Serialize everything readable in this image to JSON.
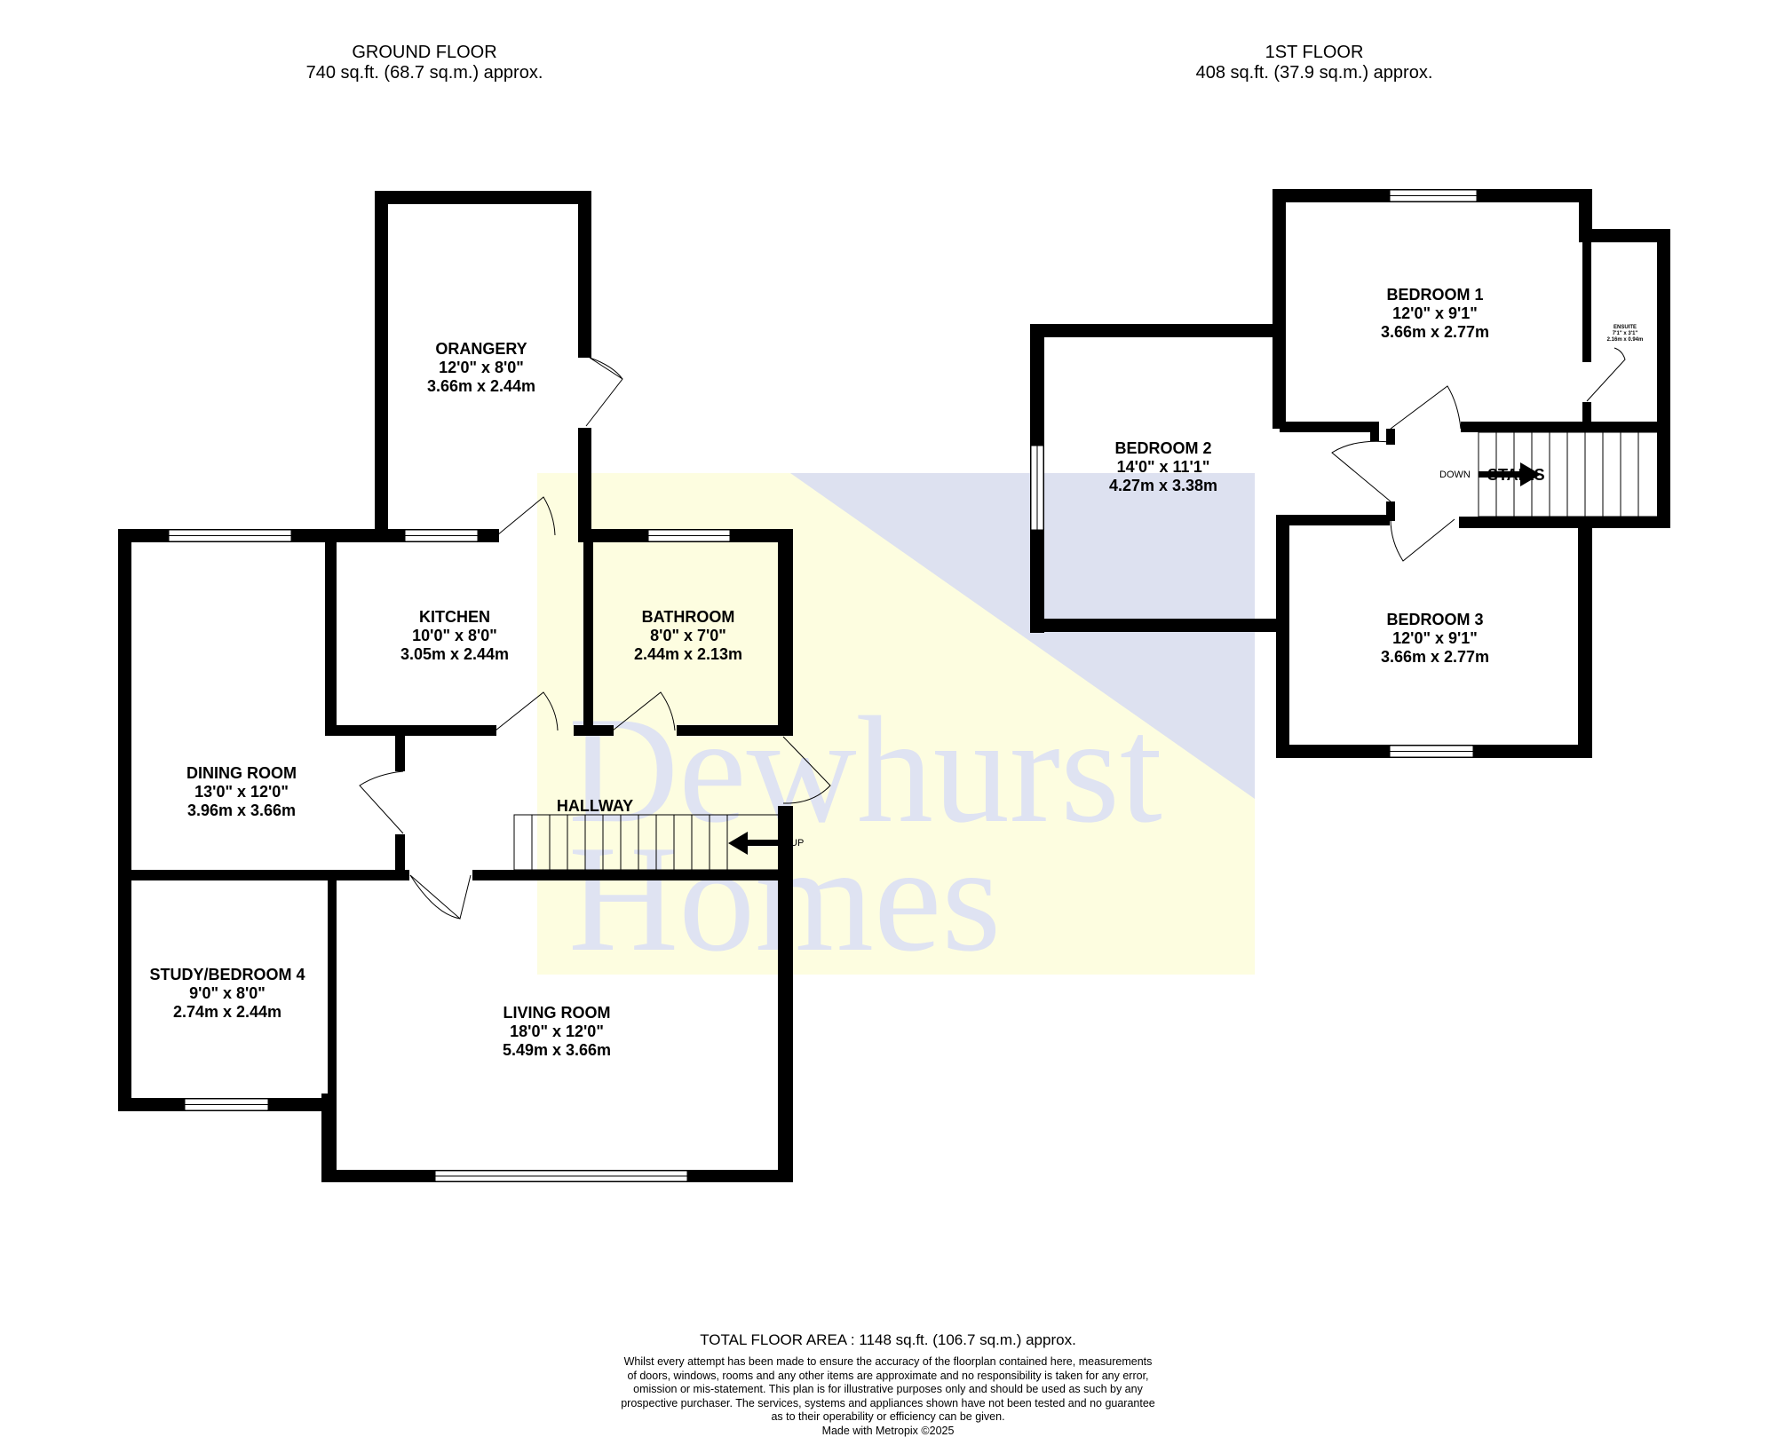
{
  "headers": {
    "ground": {
      "title": "GROUND FLOOR",
      "area": "740 sq.ft. (68.7 sq.m.) approx."
    },
    "first": {
      "title": "1ST FLOOR",
      "area": "408 sq.ft. (37.9 sq.m.) approx."
    }
  },
  "watermark": {
    "line1": "Dewhurst",
    "line2": "Homes",
    "colors": {
      "yellow": "#fdfde0",
      "blue": "#dde1f0",
      "text": "#dfe3f2"
    }
  },
  "rooms": {
    "orangery": {
      "name": "ORANGERY",
      "imperial": "12'0\"  x 8'0\"",
      "metric": "3.66m  x 2.44m"
    },
    "kitchen": {
      "name": "KITCHEN",
      "imperial": "10'0\"  x 8'0\"",
      "metric": "3.05m  x 2.44m"
    },
    "bathroom": {
      "name": "BATHROOM",
      "imperial": "8'0\"  x 7'0\"",
      "metric": "2.44m  x 2.13m"
    },
    "dining": {
      "name": "DINING ROOM",
      "imperial": "13'0\"  x 12'0\"",
      "metric": "3.96m  x 3.66m"
    },
    "hallway": {
      "name": "HALLWAY"
    },
    "study": {
      "name": "STUDY/BEDROOM 4",
      "imperial": "9'0\"  x 8'0\"",
      "metric": "2.74m  x 2.44m"
    },
    "living": {
      "name": "LIVING ROOM",
      "imperial": "18'0\"  x 12'0\"",
      "metric": "5.49m  x 3.66m"
    },
    "bedroom1": {
      "name": "BEDROOM 1",
      "imperial": "12'0\"  x 9'1\"",
      "metric": "3.66m  x 2.77m"
    },
    "bedroom2": {
      "name": "BEDROOM 2",
      "imperial": "14'0\"  x 11'1\"",
      "metric": "4.27m  x 3.38m"
    },
    "bedroom3": {
      "name": "BEDROOM 3",
      "imperial": "12'0\"  x 9'1\"",
      "metric": "3.66m  x 2.77m"
    },
    "ensuite": {
      "name": "ENSUITE",
      "imperial": "7'1\" x 3'1\"",
      "metric": "2.16m x 0.94m"
    },
    "stairs": {
      "name": "STAIRS"
    }
  },
  "labels": {
    "up": "UP",
    "down": "DOWN"
  },
  "footer": {
    "total": "TOTAL FLOOR AREA : 1148 sq.ft. (106.7 sq.m.) approx.",
    "disclaimer": [
      "Whilst every attempt has been made to ensure the accuracy of the floorplan contained here, measurements",
      "of doors, windows, rooms and any other items are approximate and no responsibility is taken for any error,",
      "omission or mis-statement. This plan is for illustrative purposes only and should be used as such by any",
      "prospective purchaser. The services, systems and appliances shown have not been tested and no guarantee",
      "as to their operability or efficiency can be given."
    ],
    "made": "Made with Metropix ©2025"
  }
}
